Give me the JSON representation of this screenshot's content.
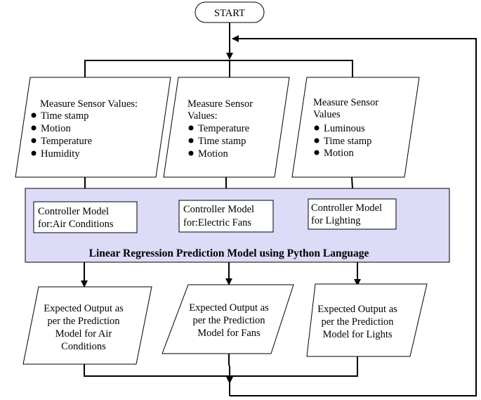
{
  "start": {
    "label": "START"
  },
  "inputs": [
    {
      "title_lines": [
        "Measure Sensor Values:"
      ],
      "bullets": [
        "Time stamp",
        "Motion",
        "Temperature",
        "Humidity"
      ]
    },
    {
      "title_lines": [
        "Measure Sensor",
        "Values:"
      ],
      "bullets": [
        "Temperature",
        "Time stamp",
        "Motion"
      ]
    },
    {
      "title_lines": [
        "Measure Sensor",
        "Values"
      ],
      "bullets": [
        "Luminous",
        "Time stamp",
        "Motion"
      ]
    }
  ],
  "model_panel": {
    "title": "Linear Regression Prediction Model using Python Language",
    "fill_color": "#dcdcf8",
    "controllers": [
      {
        "lines": [
          "Controller Model",
          "for:Air Conditions"
        ]
      },
      {
        "lines": [
          "Controller Model",
          "for:Electric Fans"
        ]
      },
      {
        "lines": [
          "Controller Model",
          "for Lighting"
        ]
      }
    ]
  },
  "outputs": [
    {
      "lines": [
        "Expected Output as",
        "per the Prediction",
        "Model for Air",
        "Conditions"
      ]
    },
    {
      "lines": [
        "Expected Output as",
        "per the Prediction",
        "Model for Fans"
      ]
    },
    {
      "lines": [
        "Expected Output as",
        "per the Prediction",
        "Model for Lights"
      ]
    }
  ]
}
